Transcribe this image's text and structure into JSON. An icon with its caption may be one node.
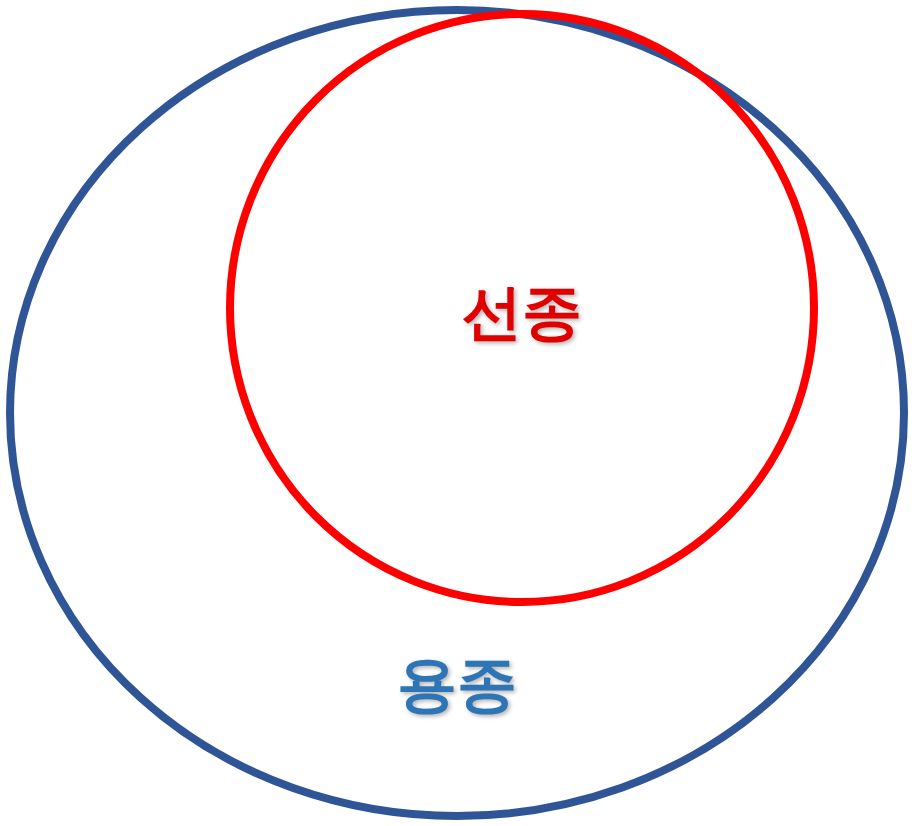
{
  "diagram": {
    "nodes": [
      {
        "text": [
          "용종"
        ]
      },
      {
        "text": [
          "선종"
        ],
        "in": 0
      }
    ]
  }
}
